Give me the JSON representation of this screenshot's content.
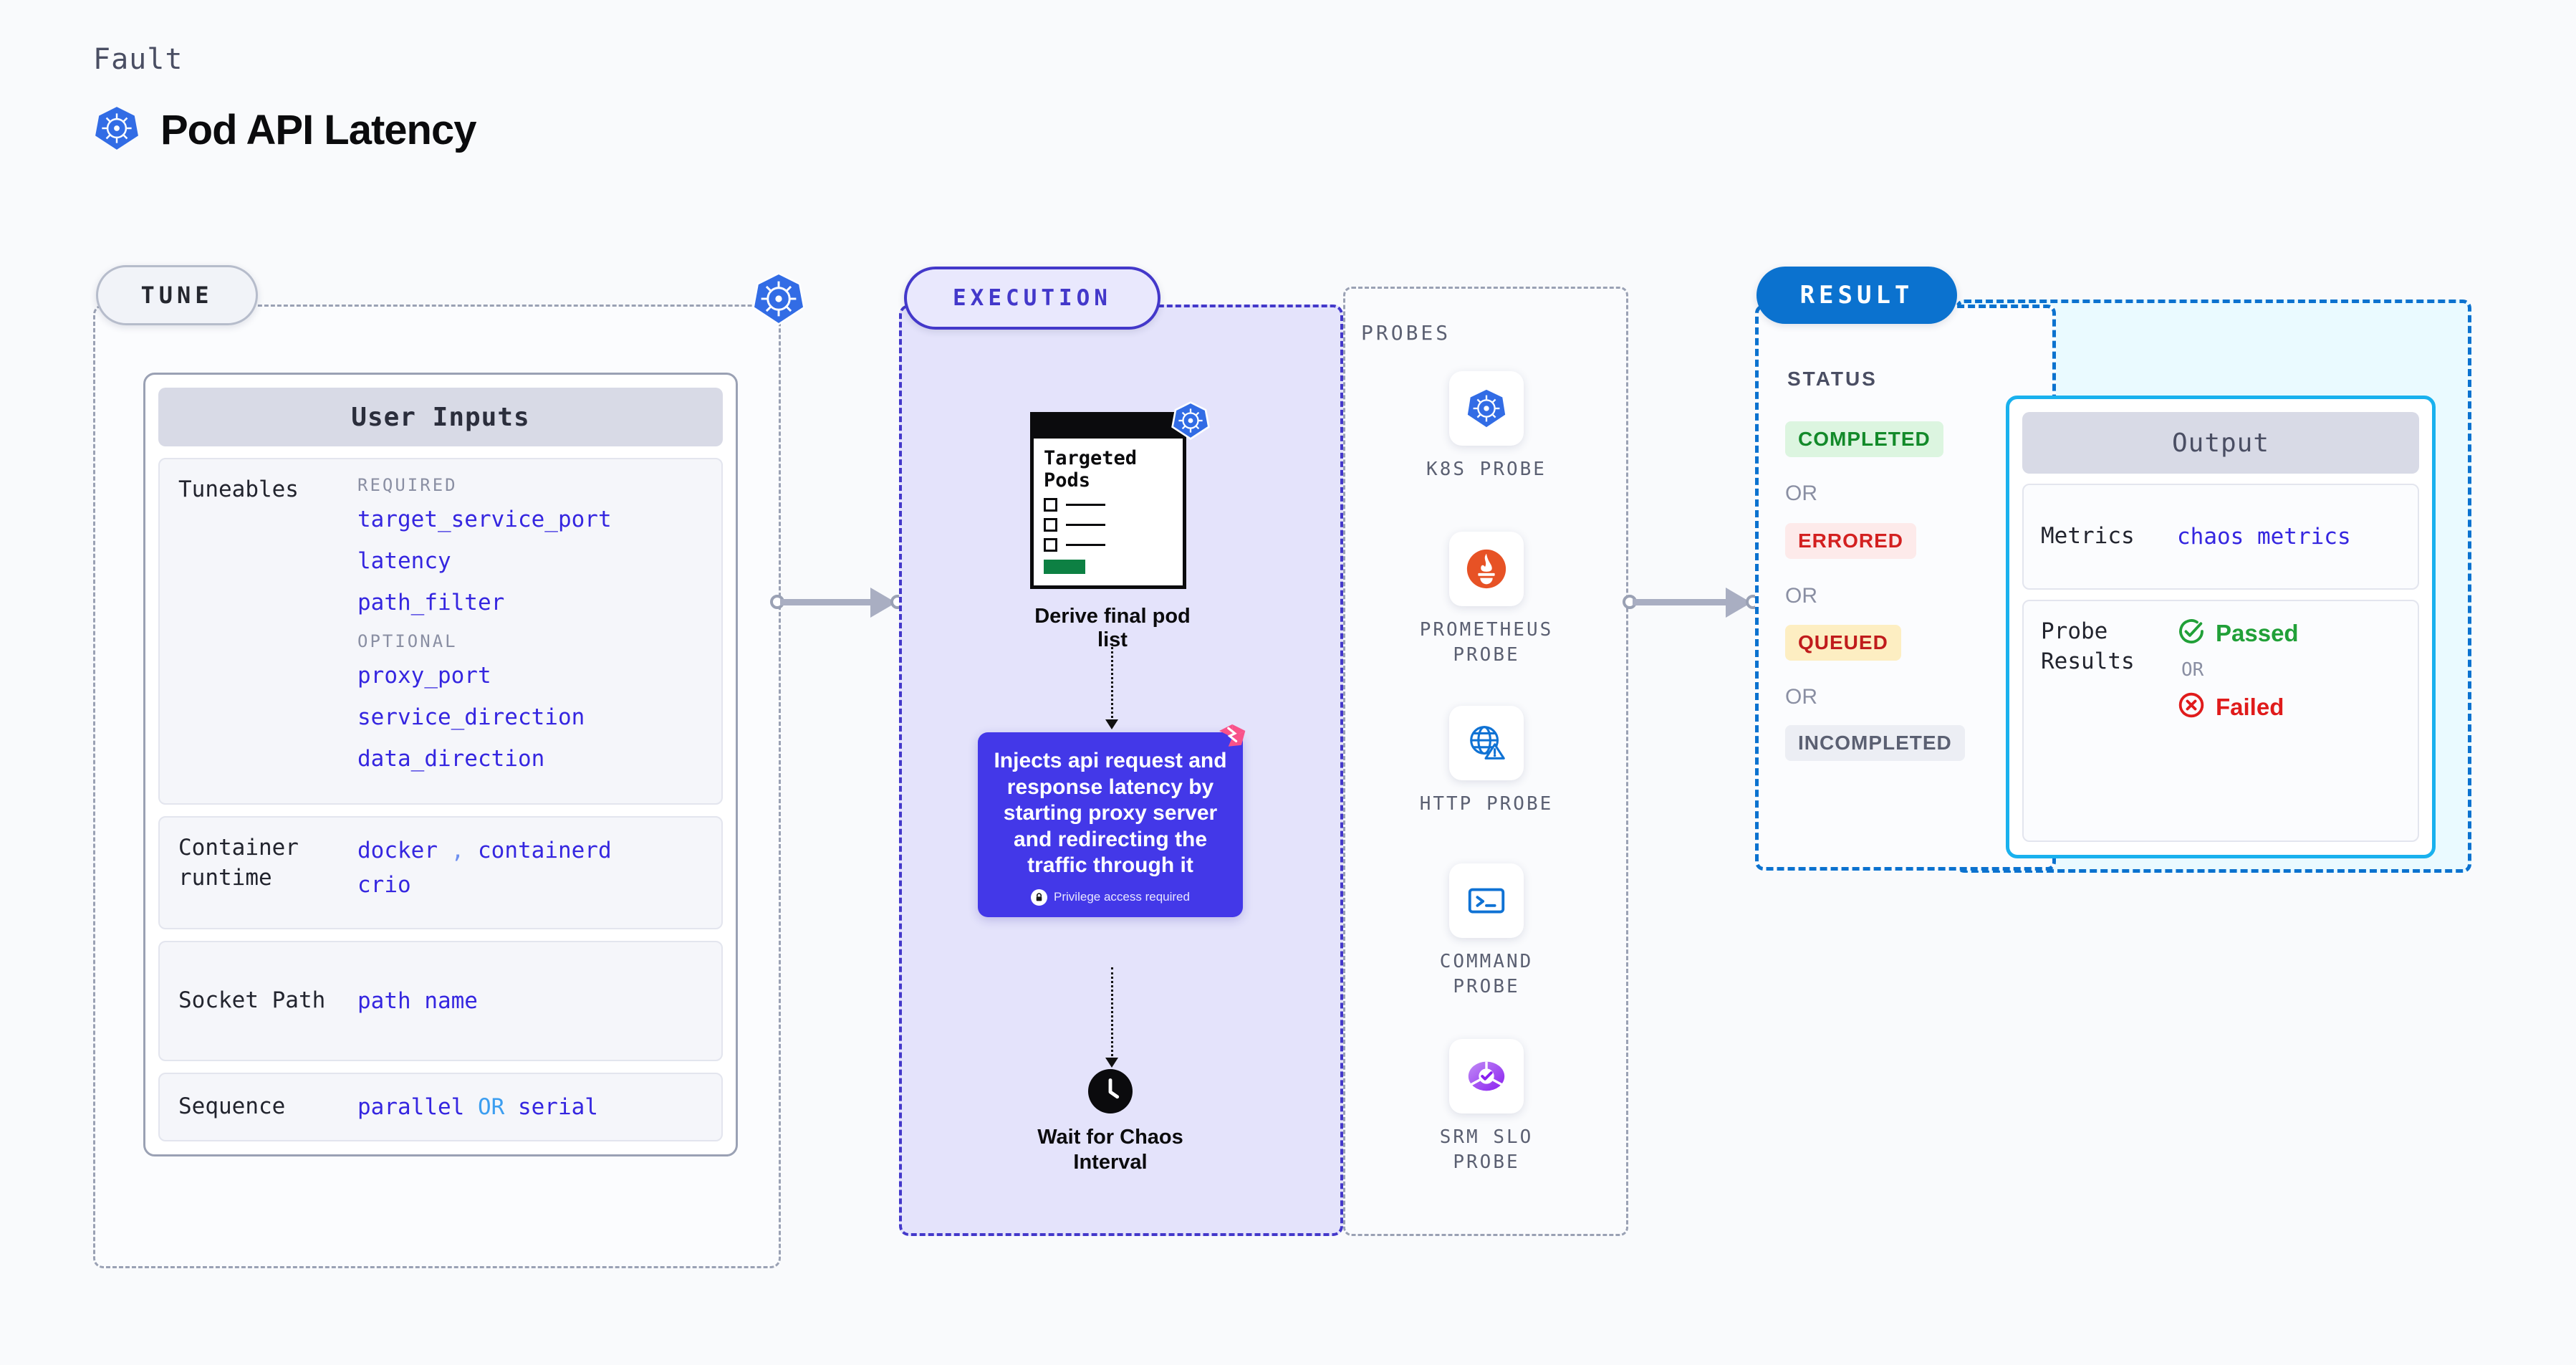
{
  "header": {
    "eyebrow": "Fault",
    "title": "Pod API Latency",
    "icon": "kubernetes-icon"
  },
  "stages": {
    "tune": {
      "pill": "TUNE",
      "badge_icon": "kubernetes-icon",
      "card": {
        "title": "User Inputs",
        "blocks": [
          {
            "label": "Tuneables",
            "groups": [
              {
                "title": "REQUIRED",
                "items": [
                  "target_service_port",
                  "latency",
                  "path_filter"
                ]
              },
              {
                "title": "OPTIONAL",
                "items": [
                  "proxy_port",
                  "service_direction",
                  "data_direction"
                ]
              }
            ]
          },
          {
            "label": "Container runtime",
            "value_line1": "docker",
            "value_sep": ",",
            "value_line1b": "containerd",
            "value_line2": "crio"
          },
          {
            "label": "Socket Path",
            "value": "path name"
          },
          {
            "label": "Sequence",
            "value_a": "parallel",
            "value_or": "OR",
            "value_b": "serial"
          }
        ]
      }
    },
    "execution": {
      "pill": "EXECUTION",
      "pods_card": {
        "title": "Targeted Pods",
        "icon": "kubernetes-icon",
        "caption": "Derive final pod list"
      },
      "inject_card": {
        "text": "Injects api request and response latency by starting proxy server and redirecting the traffic through it",
        "privilege": "Privilege access required",
        "privilege_icon": "lock-icon",
        "corner_icon": "harness-logo-icon"
      },
      "wait": {
        "icon": "clock-icon",
        "caption": "Wait for Chaos Interval"
      },
      "probes": {
        "label": "PROBES",
        "items": [
          {
            "name": "K8S PROBE",
            "icon": "kubernetes-icon"
          },
          {
            "name": "PROMETHEUS PROBE",
            "icon": "prometheus-icon"
          },
          {
            "name": "HTTP PROBE",
            "icon": "http-globe-icon"
          },
          {
            "name": "COMMAND PROBE",
            "icon": "terminal-icon"
          },
          {
            "name": "SRM SLO PROBE",
            "icon": "srm-slo-icon"
          }
        ]
      }
    },
    "result": {
      "pill": "RESULT",
      "status_label": "STATUS",
      "or_label": "OR",
      "statuses": [
        {
          "text": "COMPLETED",
          "bg": "#dcf5e0",
          "fg": "#138a2a"
        },
        {
          "text": "ERRORED",
          "bg": "#fdeaea",
          "fg": "#d32020"
        },
        {
          "text": "QUEUED",
          "bg": "#fdeec2",
          "fg": "#c01c1c"
        },
        {
          "text": "INCOMPLETED",
          "bg": "#eceef4",
          "fg": "#5b6072"
        }
      ],
      "output": {
        "title": "Output",
        "metrics_label": "Metrics",
        "metrics_value": "chaos metrics",
        "probe_results_label": "Probe Results",
        "passed": "Passed",
        "failed": "Failed",
        "or": "OR",
        "passed_icon": "check-circle-icon",
        "failed_icon": "x-circle-icon"
      }
    }
  },
  "colors": {
    "accent_purple": "#4338ca",
    "accent_blue": "#0b72cf",
    "code_blue": "#3526e0",
    "k8s_blue": "#326ce5",
    "green": "#138a2a",
    "red": "#d32020",
    "harness_pink": "#f9528a"
  }
}
